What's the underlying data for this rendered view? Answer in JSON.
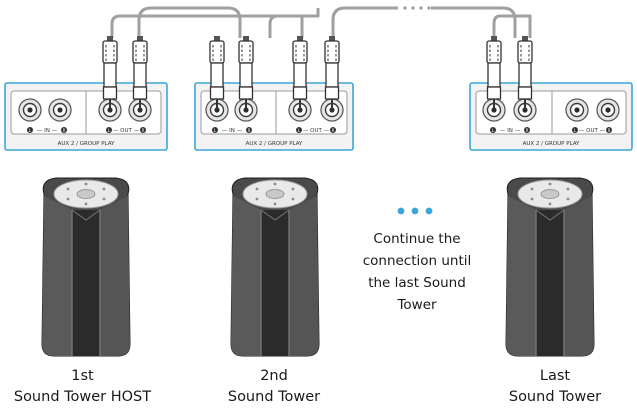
{
  "panel_caption": "AUX 2 / GROUP PLAY",
  "panel_in_label": "IN",
  "panel_out_label": "OUT",
  "channel_left": "L",
  "channel_right": "R",
  "colors": {
    "panel_border": "#3aa7d9",
    "panel_fill": "#f3f3f3",
    "cable": "#a0a0a0",
    "speaker_body": "#4a4a4a",
    "speaker_dark": "#2b2b2b",
    "dots": "#3aa7d9"
  },
  "speakers": [
    {
      "number": "1st",
      "name": "Sound Tower HOST"
    },
    {
      "number": "2nd",
      "name": "Sound Tower"
    },
    {
      "number": "Last",
      "name": "Sound Tower"
    }
  ],
  "note": {
    "lines": [
      "Continue the",
      "connection until",
      "the last Sound",
      "Tower"
    ]
  },
  "cable_gap_icon": "ellipsis-dots"
}
